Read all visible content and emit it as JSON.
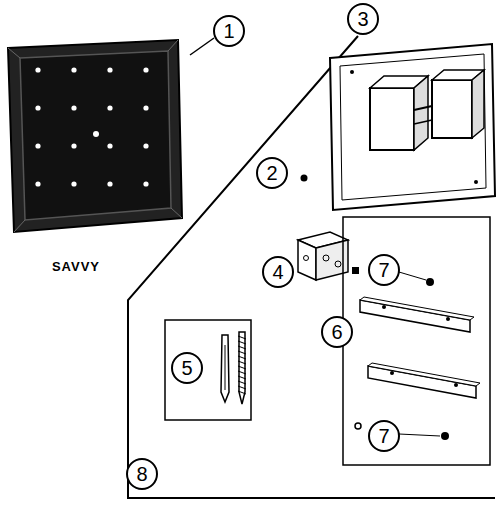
{
  "diagram": {
    "labels": [
      "1",
      "SAVVY",
      "3",
      "2",
      "4",
      "5",
      "6",
      "7",
      "7",
      "8"
    ]
  }
}
